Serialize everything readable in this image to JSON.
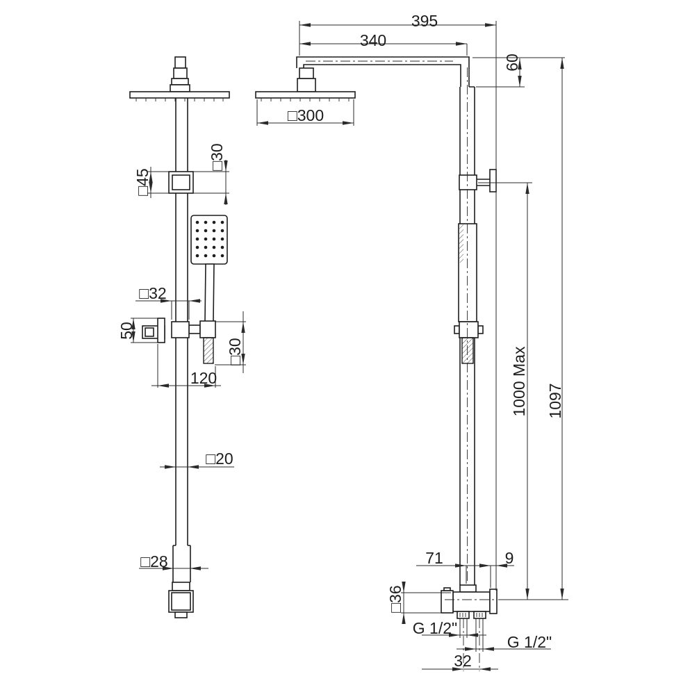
{
  "drawing": {
    "description": "Thermostatic shower column technical drawing, front and side elevation with dimensions",
    "units": "mm",
    "colors": {
      "line": "#1d1d1d",
      "background": "#ffffff"
    }
  },
  "labels": {
    "arm_total": "395",
    "arm_horizontal": "340",
    "arm_drop": "60",
    "head_size": "□300",
    "ceiling_bracket_depth": "□30",
    "ceiling_bracket_size": "□45",
    "slider_size": "□32",
    "knob_size": "50",
    "handle_section": "□30",
    "handle_offset": "120",
    "column_section": "□20",
    "base_section": "□28",
    "adjustable_height": "1000 Max",
    "overall_height": "1097",
    "wall_offset": "71",
    "flange_thickness": "9",
    "valve_section": "□36",
    "outlet_thread_left": "G 1/2\"",
    "outlet_thread_right": "G 1/2\"",
    "outlet_spacing": "32"
  }
}
